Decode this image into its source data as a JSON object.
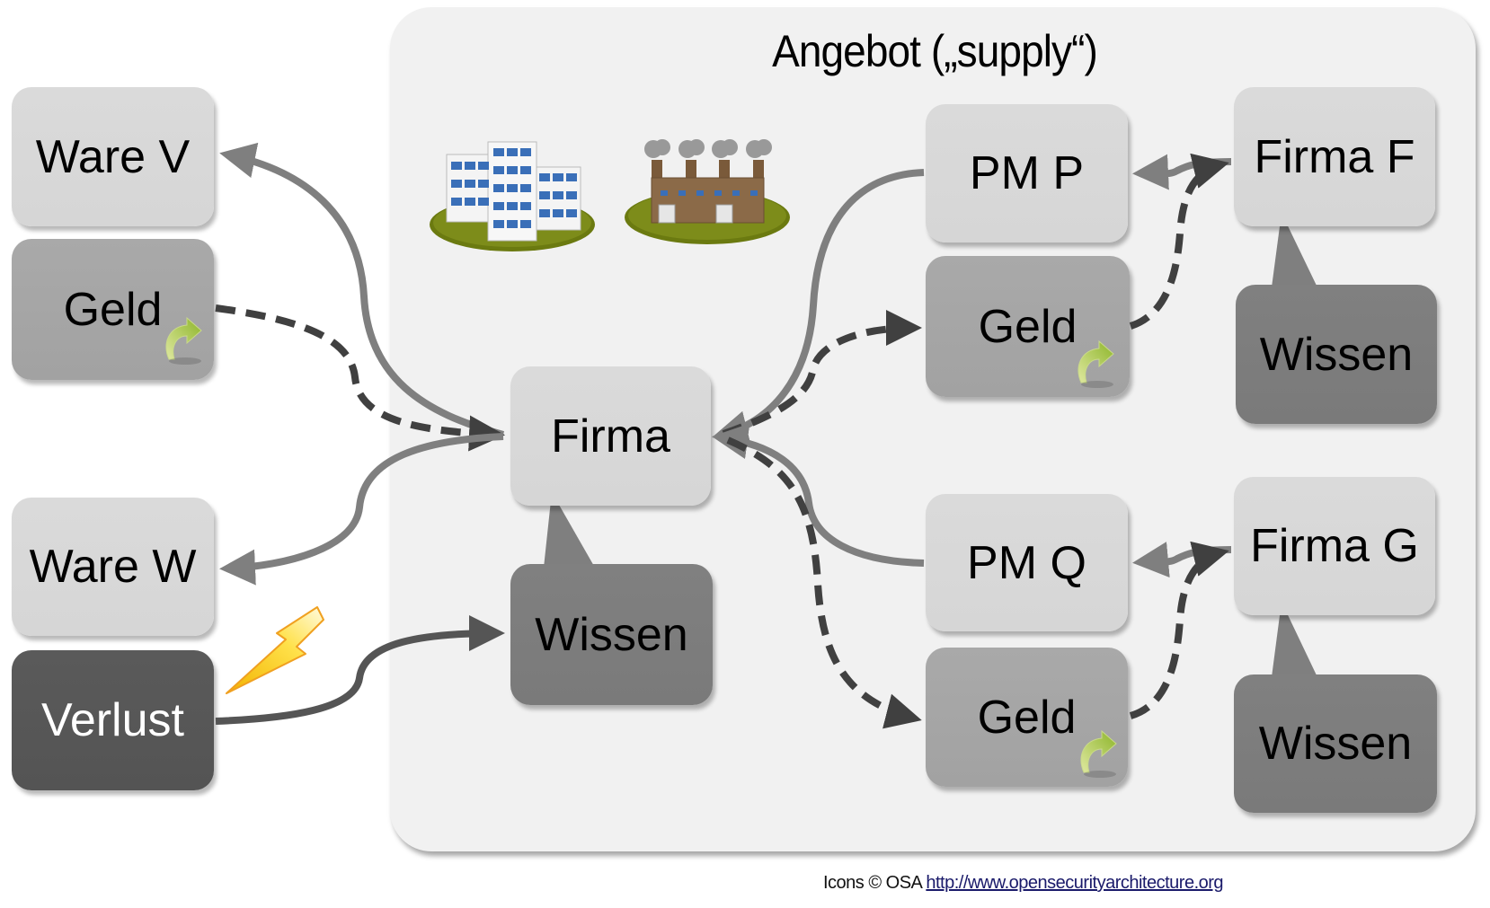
{
  "title": "Angebot („supply“)",
  "nodes": {
    "ware_v": "Ware V",
    "geld_left": "Geld",
    "ware_w": "Ware W",
    "verlust": "Verlust",
    "firma": "Firma",
    "wissen_center": "Wissen",
    "pm_p": "PM P",
    "geld_p": "Geld",
    "firma_f": "Firma F",
    "wissen_f": "Wissen",
    "pm_q": "PM Q",
    "geld_q": "Geld",
    "firma_g": "Firma G",
    "wissen_g": "Wissen"
  },
  "icons": {
    "office": "office-buildings-icon",
    "factory": "factory-icon",
    "lightning": "lightning-icon",
    "money_transfer": "green-curved-arrow-icon"
  },
  "edges": [
    {
      "from": "firma",
      "to": "ware_v",
      "style": "solid"
    },
    {
      "from": "geld_left",
      "to": "firma",
      "style": "dashed"
    },
    {
      "from": "firma",
      "to": "ware_w",
      "style": "solid"
    },
    {
      "from": "verlust",
      "to": "wissen_center",
      "style": "solid"
    },
    {
      "from": "pm_p",
      "to": "firma",
      "style": "solid"
    },
    {
      "from": "firma",
      "to": "geld_p",
      "style": "dashed"
    },
    {
      "from": "pm_q",
      "to": "firma",
      "style": "solid"
    },
    {
      "from": "firma",
      "to": "geld_q",
      "style": "dashed"
    },
    {
      "from": "firma_f",
      "to": "pm_p",
      "style": "solid"
    },
    {
      "from": "geld_p",
      "to": "firma_f",
      "style": "dashed"
    },
    {
      "from": "firma_g",
      "to": "pm_q",
      "style": "solid"
    },
    {
      "from": "geld_q",
      "to": "firma_g",
      "style": "dashed"
    }
  ],
  "footer": {
    "credit": "Icons © OSA",
    "link": "http://www.opensecurityarchitecture.org"
  },
  "colors": {
    "container_bg": "#f1f1f1",
    "light_box": "#d9d9d9",
    "mid_box": "#a6a6a6",
    "dark_box": "#7f7f7f",
    "darkest_box": "#575757",
    "solid_arrow": "#7f7f7f",
    "dashed_arrow": "#404040"
  }
}
